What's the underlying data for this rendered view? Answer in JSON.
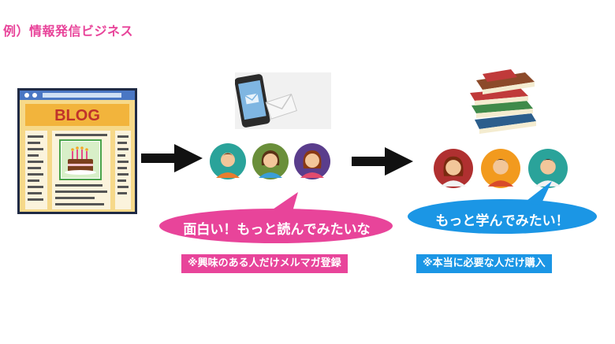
{
  "title": "例）情報発信ビジネス",
  "blog": {
    "logo_text": "BLOG"
  },
  "bubble_left": {
    "text": "面白い！もっと読んでみたいな",
    "color": "#e8449a"
  },
  "bubble_right": {
    "text": "もっと学んでみたい！",
    "color": "#1b96e5"
  },
  "note_left": {
    "text": "※興味のある人だけメルマガ登録",
    "color": "#e8449a"
  },
  "note_right": {
    "text": "※本当に必要な人だけ購入",
    "color": "#1b96e5"
  },
  "icons": [
    "blog-illustration",
    "smartphone-mail-icon",
    "books-icon",
    "arrow-right-icon",
    "person-icon"
  ]
}
